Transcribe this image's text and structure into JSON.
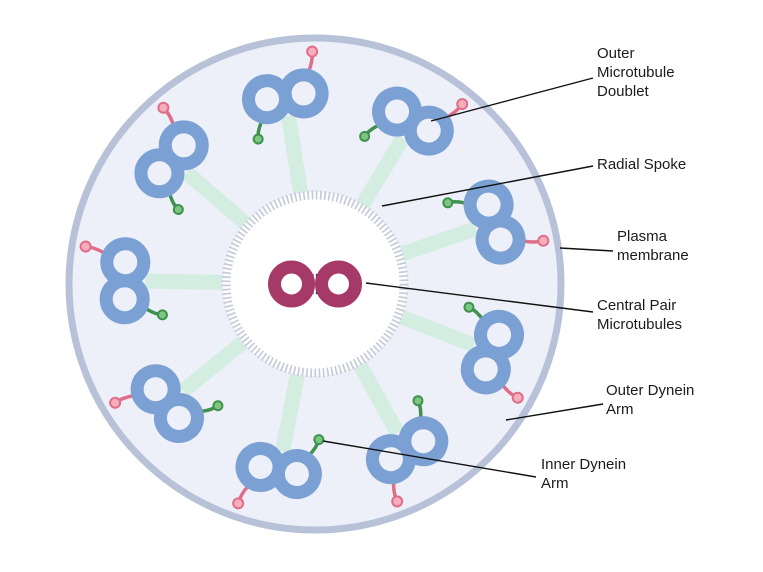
{
  "labels": {
    "outer_microtubule_doublet": "Outer\nMicrotubule\nDoublet",
    "radial_spoke": "Radial Spoke",
    "plasma_membrane": "Plasma\nmembrane",
    "central_pair_microtubules": "Central Pair\nMicrotubules",
    "outer_dynein_arm": "Outer Dynein\nArm",
    "inner_dynein_arm": "Inner Dynein\nArm"
  },
  "diagram": {
    "doublet_count": 9,
    "radial_spoke_count": 9,
    "central_pair_count": 2
  },
  "colors": {
    "membrane_fill": "#edf0f8",
    "membrane_stroke": "#b7c2d8",
    "doublet_blue": "#7ba0d4",
    "spoke_green": "#d3eee1",
    "sheath_tick": "#c5cbd8",
    "central_pair_pink": "#a53a68",
    "bridge_dark": "#3a2530",
    "inner_arm_green": "#3f9150",
    "inner_arm_green_fill": "#7cc77e",
    "outer_arm_pink": "#e06e88",
    "outer_arm_pink_fill": "#f6aebc",
    "leader_line": "#111111",
    "label_text": "#1b1b1b"
  }
}
